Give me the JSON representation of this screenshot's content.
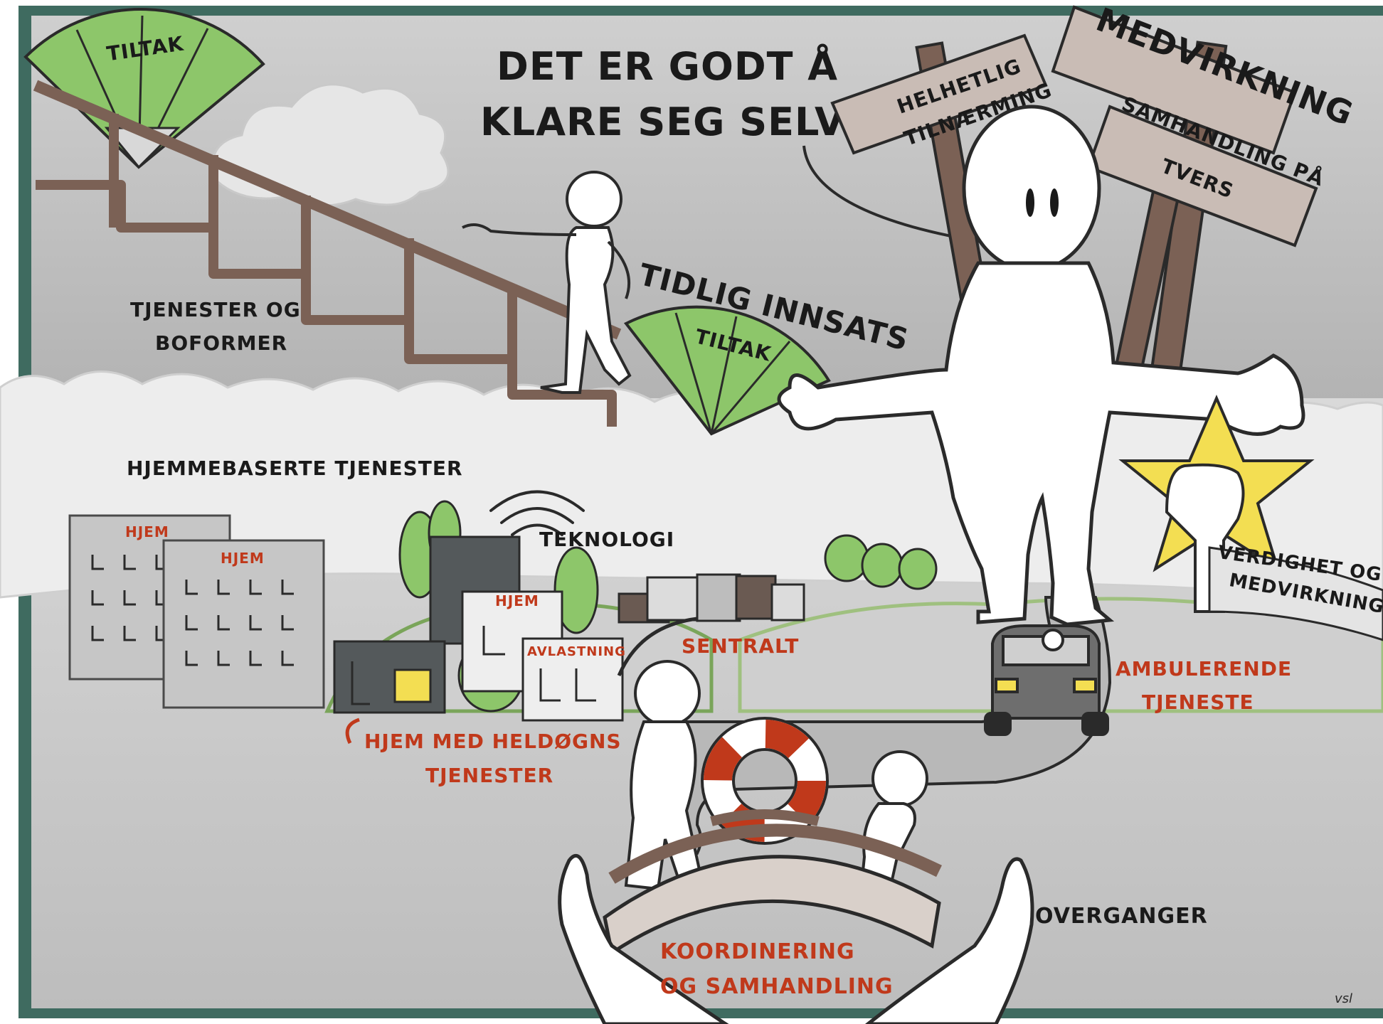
{
  "title": {
    "line1": "DET ER GODT Å",
    "line2": "KLARE SEG SELV"
  },
  "signs": {
    "helhetlig_line1": "HELHETLIG",
    "helhetlig_line2": "TILNÆRMING",
    "medvirkning": "MEDVIRKNING",
    "samhandling_line1": "SAMHANDLING PÅ",
    "samhandling_line2": "TVERS"
  },
  "labels": {
    "tiltak_top": "TILTAK",
    "tiltak_mid": "TILTAK",
    "tidlig_innsats": "TIDLIG INNSATS",
    "tjenester_line1": "TJENESTER OG",
    "tjenester_line2": "BOFORMER",
    "hjemmebaserte": "HJEMMEBASERTE TJENESTER",
    "hjem1": "HJEM",
    "hjem2": "HJEM",
    "hjem3": "HJEM",
    "avlastning": "AVLASTNING",
    "teknologi": "TEKNOLOGI",
    "sentralt": "SENTRALT",
    "heldogns_line1": "HJEM MED HELDØGNS",
    "heldogns_line2": "TJENESTER",
    "ambulerende_line1": "AMBULERENDE",
    "ambulerende_line2": "TJENESTE",
    "verdighet_line1": "VERDIGHET OG",
    "verdighet_line2": "MEDVIRKNING",
    "overganger": "OVERGANGER",
    "koordinering_line1": "KOORDINERING",
    "koordinering_line2": "OG SAMHANDLING",
    "signature": "vsl"
  },
  "colors": {
    "frame": "#3f6b60",
    "fan_green": "#8dc66a",
    "wood": "#7b6155",
    "star": "#f3de52",
    "accent_red": "#c0391b"
  }
}
